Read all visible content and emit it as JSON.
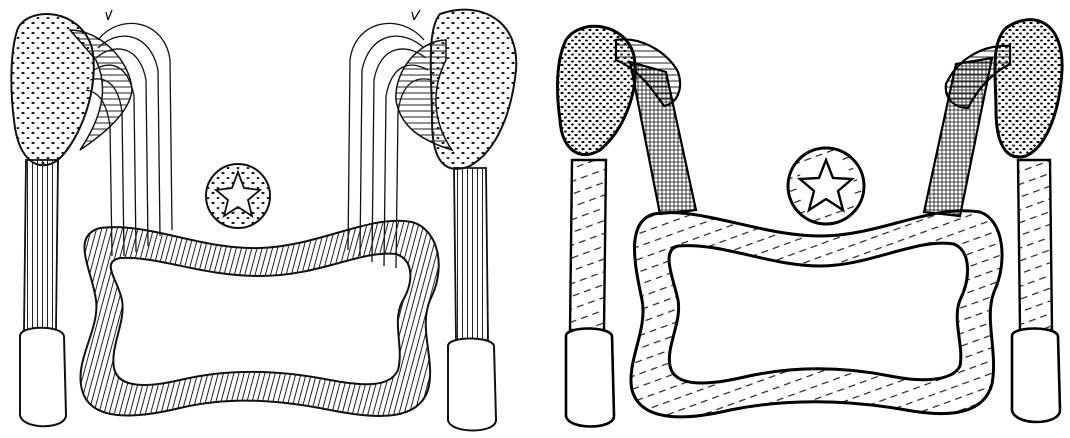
{
  "figure": {
    "panels": [
      {
        "id": "left",
        "style": "fine-line"
      },
      {
        "id": "right",
        "style": "bold-line"
      }
    ],
    "colors": {
      "ink": "#111111",
      "paper": "#ffffff"
    }
  }
}
